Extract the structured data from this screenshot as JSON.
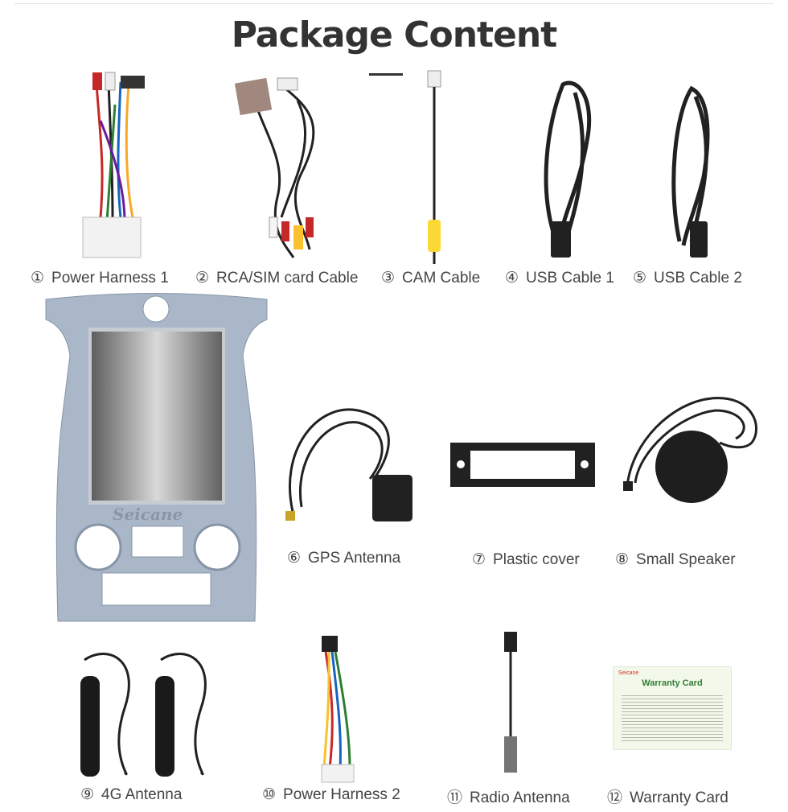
{
  "title": "Package Content",
  "items": [
    {
      "num": "①",
      "name": "Power Harness 1"
    },
    {
      "num": "②",
      "name": "RCA/SIM card Cable"
    },
    {
      "num": "③",
      "name": "CAM Cable"
    },
    {
      "num": "④",
      "name": "USB Cable 1"
    },
    {
      "num": "⑤",
      "name": "USB Cable 2"
    },
    {
      "num": "⑥",
      "name": "GPS Antenna"
    },
    {
      "num": "⑦",
      "name": "Plastic cover"
    },
    {
      "num": "⑧",
      "name": "Small Speaker"
    },
    {
      "num": "⑨",
      "name": "4G Antenna"
    },
    {
      "num": "⑩",
      "name": "Power Harness 2"
    },
    {
      "num": "⑪",
      "name": "Radio Antenna"
    },
    {
      "num": "⑫",
      "name": "Warranty Card"
    }
  ],
  "radio": {
    "brand": "Seicane"
  },
  "warranty_card": {
    "brand": "Seicane",
    "heading": "Warranty Card"
  },
  "colors": {
    "title": "#333333",
    "panel": "#a9b7c8",
    "card_heading": "#2e7d32"
  }
}
